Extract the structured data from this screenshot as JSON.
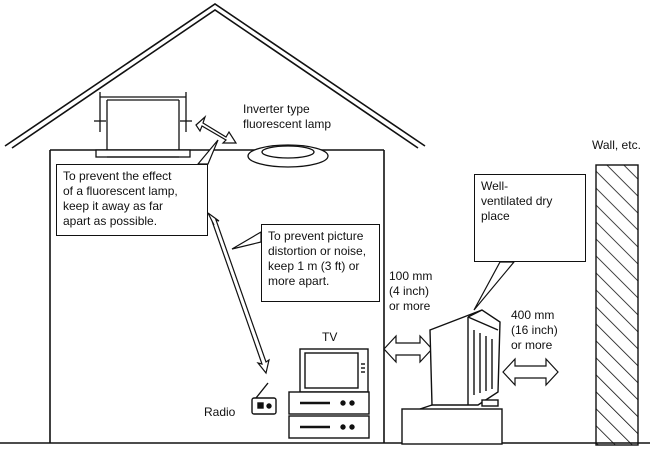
{
  "labels": {
    "lamp": "Inverter type\nfluorescent lamp",
    "wall": "Wall, etc.",
    "tv": "TV",
    "radio": "Radio",
    "clearance_100": "100 mm\n(4 inch)\nor more",
    "clearance_400": "400 mm\n(16 inch)\nor more"
  },
  "notes": {
    "fluorescent": "To prevent the effect\nof a fluorescent lamp,\nkeep it away as far\napart as possible.",
    "distortion": "To prevent picture\ndistortion or noise,\nkeep 1 m (3 ft) or\nmore apart.",
    "placement": "Well-\nventilated dry\nplace"
  }
}
